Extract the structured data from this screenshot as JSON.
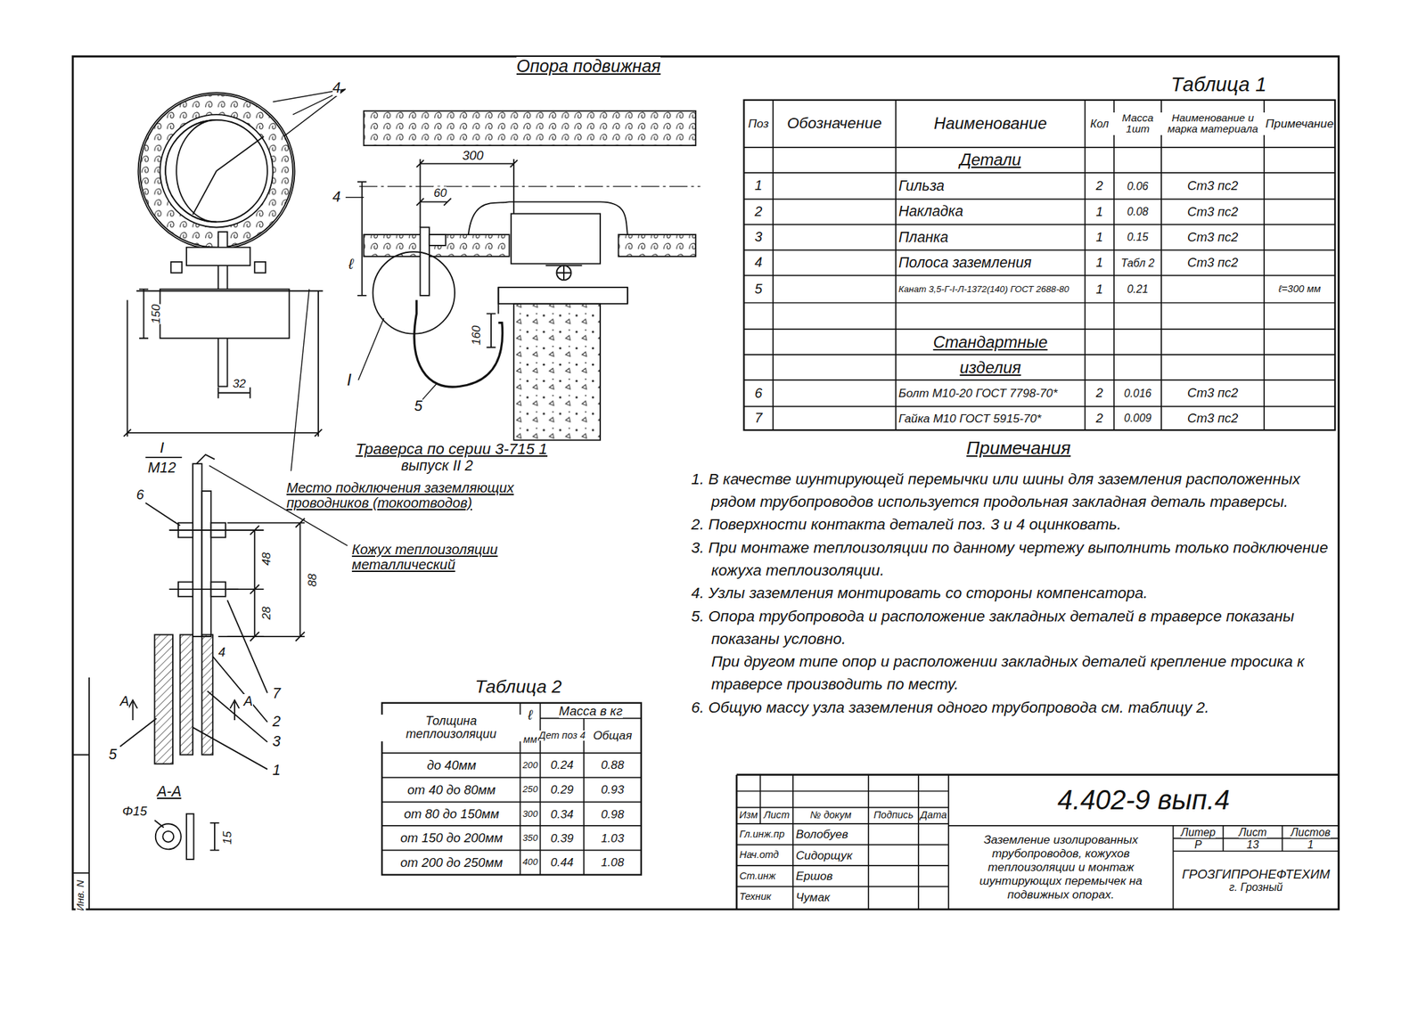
{
  "diagram": {
    "nodes": [
      {
        "text": [
          "4.402-9 вып.4"
        ]
      },
      {
        "text": [
          "Заземление изолированных трубопроводов, кожухов теплоизоляции и монтаж шунтирующих перемычек на подвижных опорах."
        ]
      },
      {
        "text": [
          "ГРОЗГИПРОНЕФТЕХИМ",
          "г. Грозный"
        ]
      }
    ],
    "labels": [
      "Опора подвижная",
      "4",
      "300",
      "60",
      "4",
      "ℓ",
      "160",
      "I",
      "5",
      "150",
      "32",
      "I",
      "М12",
      "Траверса по серии 3-715 1",
      "выпуск II 2",
      "Место подключения заземляющих проводников (токоотводов)",
      "Кожух теплоизоляции металлический",
      "6",
      "48",
      "88",
      "28",
      "4",
      "А",
      "А",
      "7",
      "2",
      "3",
      "1",
      "5",
      "А-А",
      "Φ15",
      "15",
      "Инв. N",
      "Таблица 2",
      "Толщина теплоизоляции",
      "ℓ",
      "мм",
      "Масса в кг",
      "Дет поз 4",
      "Общая",
      "до 40мм",
      "200",
      "0.24",
      "0.88",
      "от 40 до 80мм",
      "250",
      "0.29",
      "0.93",
      "от 80 до 150мм",
      "300",
      "0.34",
      "0.98",
      "от 150 до 200мм",
      "350",
      "0.39",
      "1.03",
      "от 200 до 250мм",
      "400",
      "0.44",
      "1.08",
      "Таблица 1",
      "Поз",
      "Обозначение",
      "Наименование",
      "Кол",
      "Масса 1шт",
      "Наименование и марка материала",
      "Примечание",
      "Детали",
      "1",
      "Гильза",
      "2",
      "0.06",
      "Ст3 пс2",
      "2",
      "Накладка",
      "1",
      "0.08",
      "Ст3 пс2",
      "3",
      "Планка",
      "1",
      "0.15",
      "Ст3 пс2",
      "4",
      "Полоса заземления",
      "1",
      "Табл 2",
      "Ст3 пс2",
      "5",
      "Канат 3,5-Г-I-Л-1372(140) ГОСТ 2688-80",
      "1",
      "0.21",
      "ℓ=300 мм",
      "Стандартные",
      "изделия",
      "6",
      "Болт М10-20 ГОСТ 7798-70*",
      "2",
      "0.016",
      "Ст3 пс2",
      "7",
      "Гайка М10 ГОСТ 5915-70*",
      "2",
      "0.009",
      "Ст3 пс2",
      "Примечания",
      "1. В качестве шунтирующей перемычки или шины для заземления расположенных рядом трубопроводов используется продольная закладная деталь траверсы.",
      "2. Поверхности контакта деталей поз. 3 и 4 оцинковать.",
      "3. При монтаже теплоизоляции по данному чертежу выполнить только подключение кожуха теплоизоляции.",
      "4. Узлы заземления монтировать со стороны компенсатора.",
      "5. Опора трубопровода и расположение закладных деталей в траверсе показаны показаны условно.",
      "При другом типе опор и расположении закладных деталей крепление тросика к траверсе производить по месту.",
      "6. Общую массу узла заземления одного трубопровода см. таблицу 2.",
      "Изм",
      "Лист",
      "№ докум",
      "Подпись",
      "Дата",
      "Гл.инж.пр",
      "Волобуев",
      "Нач.отд",
      "Сидорщук",
      "Ст.инж",
      "Ершов",
      "Техник",
      "Чумак",
      "Литер",
      "Лист",
      "Листов",
      "Р",
      "13",
      "1"
    ]
  }
}
